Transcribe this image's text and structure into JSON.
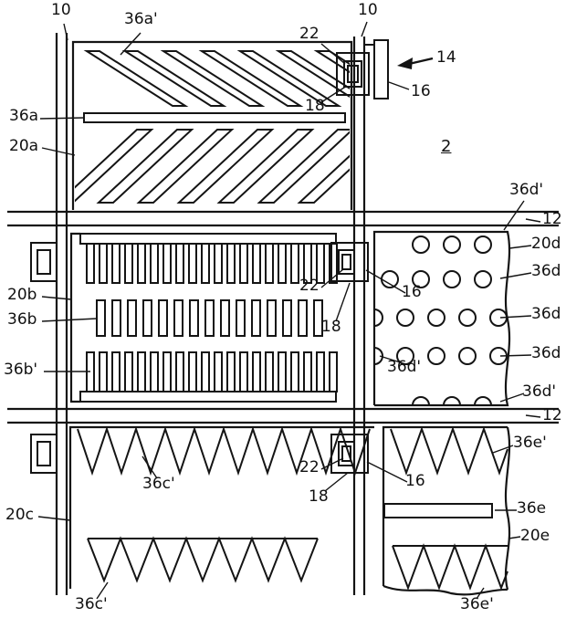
{
  "colors": {
    "line": "#141414",
    "background": "#ffffff"
  },
  "labels": [
    {
      "text": "10"
    },
    {
      "text": "36a'"
    },
    {
      "text": "22"
    },
    {
      "text": "10"
    },
    {
      "text": "14"
    },
    {
      "text": "16"
    },
    {
      "text": "18"
    },
    {
      "text": "36a"
    },
    {
      "text": "20a"
    },
    {
      "text": "2"
    },
    {
      "text": "36d'"
    },
    {
      "text": "12"
    },
    {
      "text": "20d"
    },
    {
      "text": "36d"
    },
    {
      "text": "36d"
    },
    {
      "text": "36d"
    },
    {
      "text": "36d'"
    },
    {
      "text": "20b"
    },
    {
      "text": "36b"
    },
    {
      "text": "36b'"
    },
    {
      "text": "22"
    },
    {
      "text": "16"
    },
    {
      "text": "18"
    },
    {
      "text": "36d'"
    },
    {
      "text": "12"
    },
    {
      "text": "36e'"
    },
    {
      "text": "22"
    },
    {
      "text": "18"
    },
    {
      "text": "16"
    },
    {
      "text": "36c'"
    },
    {
      "text": "20c"
    },
    {
      "text": "36e"
    },
    {
      "text": "20e"
    },
    {
      "text": "36c'"
    },
    {
      "text": "36e'"
    }
  ]
}
